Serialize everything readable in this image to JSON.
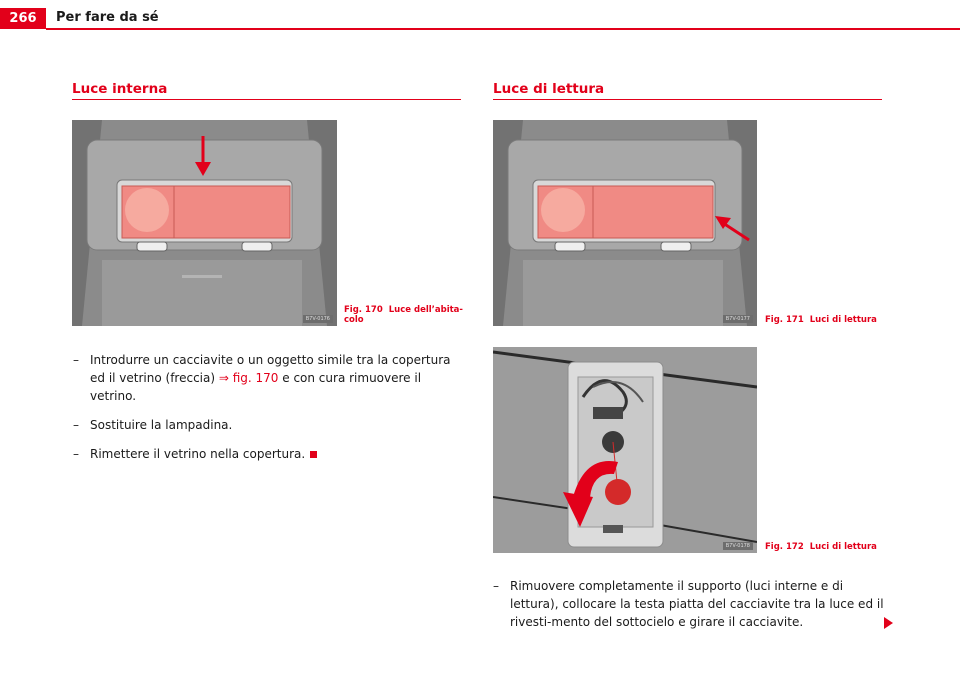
{
  "header": {
    "page_number": "266",
    "chapter": "Per fare da sé"
  },
  "left": {
    "title": "Luce interna",
    "figure": {
      "code": "B7V-0176",
      "number": "Fig. 170",
      "caption_line1": "Luce dell’abita-",
      "caption_line2": "colo"
    },
    "steps": [
      {
        "dash": "–",
        "pre": "Introdurre un cacciavite o un oggetto simile tra la copertura ed il vetrino (freccia) ",
        "ref": "⇒ fig. 170",
        "post": " e con cura rimuovere il vetrino."
      },
      {
        "dash": "–",
        "text": "Sostituire la lampadina."
      },
      {
        "dash": "–",
        "text": "Rimettere il vetrino nella copertura."
      }
    ]
  },
  "right": {
    "title": "Luce di lettura",
    "figure1": {
      "code": "B7V-0177",
      "number": "Fig. 171",
      "caption": "Luci di lettura"
    },
    "figure2": {
      "code": "B7V-0178",
      "number": "Fig. 172",
      "caption": "Luci di lettura"
    },
    "steps": [
      {
        "dash": "–",
        "text": "Rimuovere completamente il supporto (luci interne e di lettura), collocare la testa piatta del cacciavite tra la luce ed il rivesti-mento del sottocielo e girare il cacciavite."
      }
    ]
  },
  "colors": {
    "accent": "#e2001a"
  },
  "icons": {
    "end_marker": "red-square",
    "continue": "red-triangle-right"
  }
}
